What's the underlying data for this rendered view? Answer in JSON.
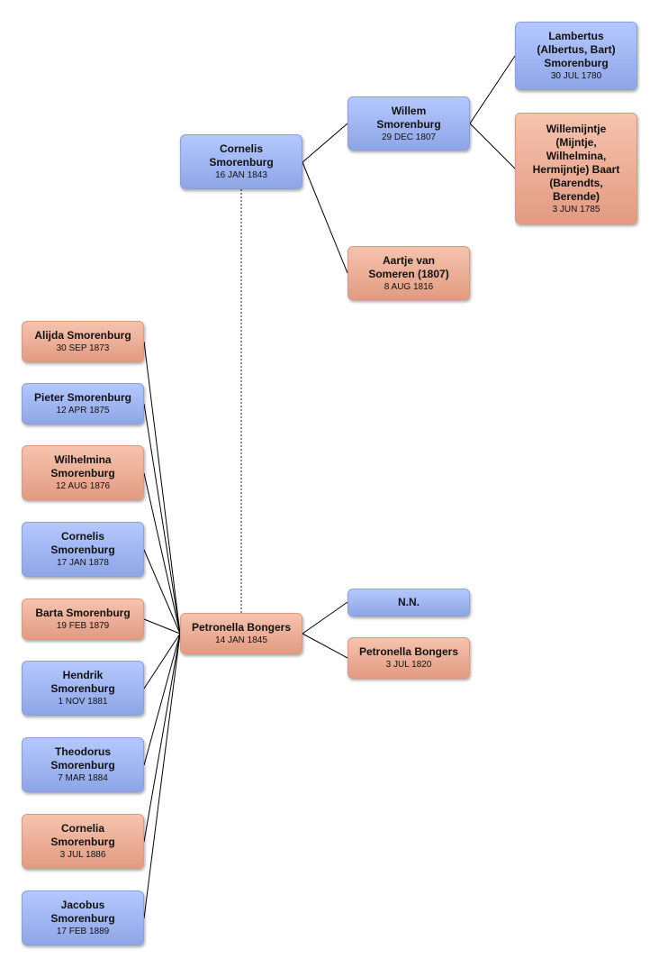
{
  "people": {
    "lambertus": {
      "name": "Lambertus\n(Albertus, Bart)\nSmorenburg",
      "date": "30 JUL 1780",
      "sex": "male"
    },
    "willemijntje": {
      "name": "Willemijntje\n(Mijntje,\nWilhelmina,\nHermijntje) Baart\n(Barendts,\nBerende)",
      "date": "3 JUN 1785",
      "sex": "female"
    },
    "willem": {
      "name": "Willem\nSmorenburg",
      "date": "29 DEC 1807",
      "sex": "male"
    },
    "aartje": {
      "name": "Aartje van\nSomeren   (1807)",
      "date": "8 AUG 1816",
      "sex": "female"
    },
    "cornelis_f": {
      "name": "Cornelis\nSmorenburg",
      "date": "16 JAN 1843",
      "sex": "male"
    },
    "petronella": {
      "name": "Petronella Bongers",
      "date": "14 JAN 1845",
      "sex": "female"
    },
    "nn": {
      "name": "N.N.",
      "date": "",
      "sex": "male"
    },
    "petronella_m": {
      "name": "Petronella Bongers",
      "date": "3 JUL 1820",
      "sex": "female"
    },
    "alijda": {
      "name": "Alijda Smorenburg",
      "date": "30 SEP 1873",
      "sex": "female"
    },
    "pieter": {
      "name": "Pieter Smorenburg",
      "date": "12 APR 1875",
      "sex": "male"
    },
    "wilhelmina": {
      "name": "Wilhelmina\nSmorenburg",
      "date": "12 AUG 1876",
      "sex": "female"
    },
    "cornelis_c": {
      "name": "Cornelis\nSmorenburg",
      "date": "17 JAN 1878",
      "sex": "male"
    },
    "barta": {
      "name": "Barta Smorenburg",
      "date": "19 FEB 1879",
      "sex": "female"
    },
    "hendrik": {
      "name": "Hendrik\nSmorenburg",
      "date": "1 NOV 1881",
      "sex": "male"
    },
    "theodorus": {
      "name": "Theodorus\nSmorenburg",
      "date": "7 MAR 1884",
      "sex": "male"
    },
    "cornelia": {
      "name": "Cornelia\nSmorenburg",
      "date": "3 JUL 1886",
      "sex": "female"
    },
    "jacobus": {
      "name": "Jacobus\nSmorenburg",
      "date": "17 FEB 1889",
      "sex": "male"
    }
  },
  "colors": {
    "male": "#9fb5f2",
    "female": "#eeaf96",
    "line": "#000000",
    "spouse_line": "#666666"
  }
}
